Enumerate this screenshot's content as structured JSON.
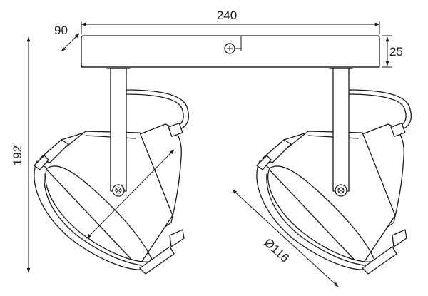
{
  "dimensions": {
    "length": "240",
    "depth": "90",
    "height": "25",
    "total_height": "192",
    "head_diameter": "Ø116"
  },
  "colors": {
    "line": "#1a1a1a",
    "background": "#ffffff"
  }
}
